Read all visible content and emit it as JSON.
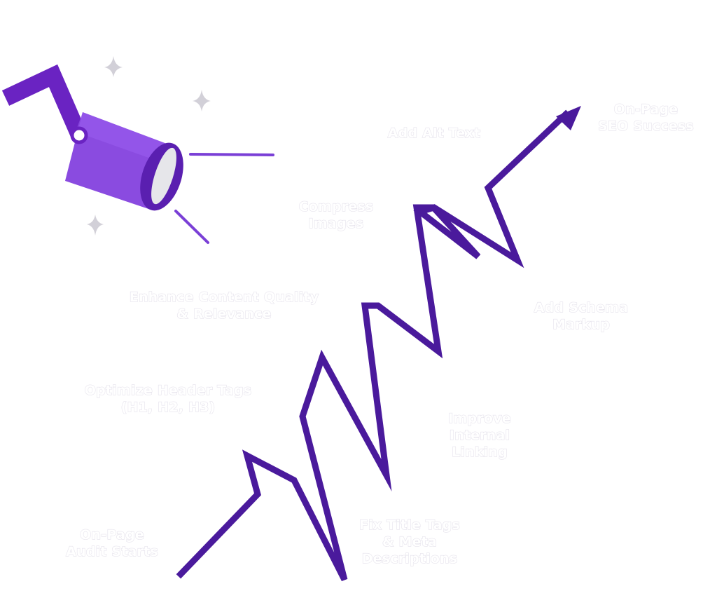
{
  "colors": {
    "path": "#4a1a9c",
    "lamp_body": "#8a4be0",
    "lamp_dark": "#5a1fb0",
    "lamp_arm": "#6a23c2",
    "lens": "#e6e6ea",
    "sparkle": "#d2d0d8",
    "label_fill": "#ffffff",
    "label_outline": "#e6e3ec"
  },
  "icons": [
    "spotlight-icon",
    "sparkle-icon",
    "arrow-head-icon"
  ],
  "labels": {
    "audit_start": [
      "On-Page",
      "Audit Starts"
    ],
    "title_tags": [
      "Fix Title Tags",
      "& Meta",
      "Descriptions"
    ],
    "header_tags": [
      "Optimize Header Tags",
      "(H1, H2, H3)"
    ],
    "internal_linking": [
      "Improve",
      "Internal",
      "Linking"
    ],
    "content_quality": [
      "Enhance Content Quality",
      "& Relevance"
    ],
    "schema_markup": [
      "Add Schema",
      "Markup"
    ],
    "compress_images": [
      "Compress",
      "Images"
    ],
    "alt_text": [
      "Add Alt Text"
    ],
    "success": [
      "On-Page",
      "SEO Success"
    ]
  }
}
